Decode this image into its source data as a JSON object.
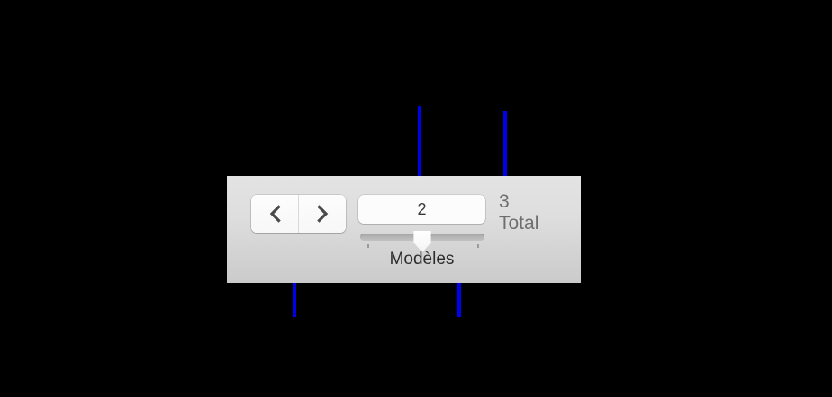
{
  "panel": {
    "background_color": "#dcdcdd"
  },
  "navigation": {
    "previous_icon": "chevron-left-icon",
    "next_icon": "chevron-right-icon",
    "previous_label": "‹",
    "next_label": "›"
  },
  "page_field": {
    "value": "2",
    "placeholder": "2"
  },
  "slider": {
    "label": "Modèles",
    "value": 2,
    "min": 1,
    "max": 3,
    "thumb_position_percent": 50,
    "tick_count": 3
  },
  "total": {
    "count": "3",
    "label": "Total",
    "text_color": "#6e6e6e"
  },
  "annotations": {
    "color": "#0000ee",
    "callouts": [
      {
        "name": "page-field-callout",
        "target": "page_field"
      },
      {
        "name": "total-callout",
        "target": "total"
      },
      {
        "name": "segmented-control-callout",
        "target": "navigation"
      },
      {
        "name": "slider-callout",
        "target": "slider"
      }
    ]
  }
}
